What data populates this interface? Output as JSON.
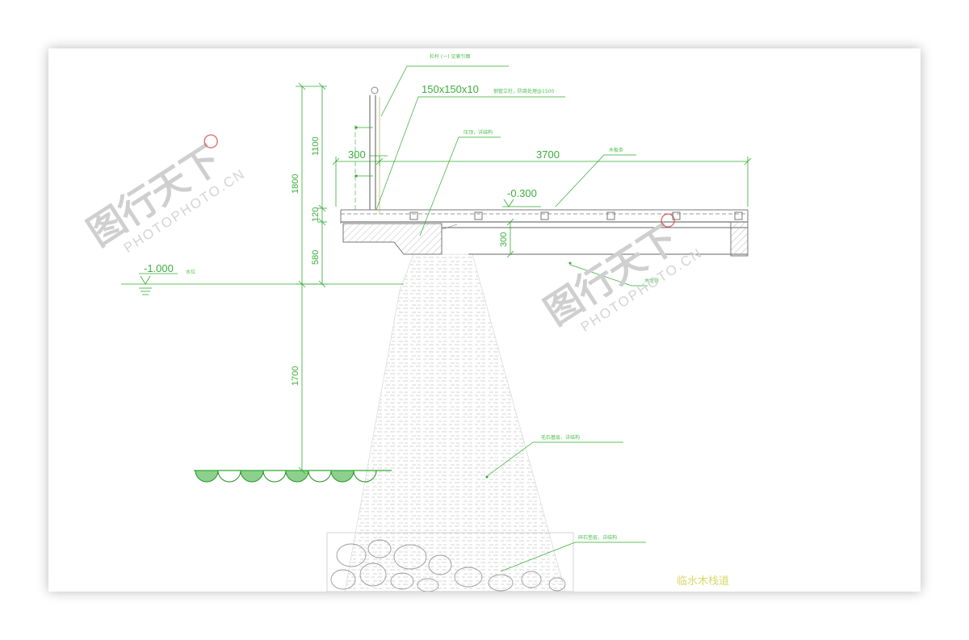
{
  "dimensions": {
    "width_300": "300",
    "width_3700": "3700",
    "h_1100": "1100",
    "h_1800": "1800",
    "h_120": "120",
    "h_580": "580",
    "h_1700": "1700",
    "beam_300": "300"
  },
  "elevations": {
    "deck": "-0.300",
    "water": "-1.000",
    "water_note": "水位"
  },
  "annotations": {
    "railing": "栏杆 (一) 见索引图",
    "post": "150x150x10",
    "post_suffix": "钢管立柱，防腐处理@1500",
    "concrete": "压顶，详结构",
    "deck_board": "木板条",
    "joist": "木龙骨",
    "riprap": "毛石基层，详结构",
    "gravel": "碎石垫层，详结构",
    "title": "临水木栈道"
  },
  "watermark": {
    "cn": "图行天下",
    "en": "PHOTOPHOTO.CN"
  },
  "colors": {
    "line": "#2faa2f",
    "hatch": "#bfbfbf",
    "accent": "#d33333",
    "watermark": "#cccccc"
  }
}
